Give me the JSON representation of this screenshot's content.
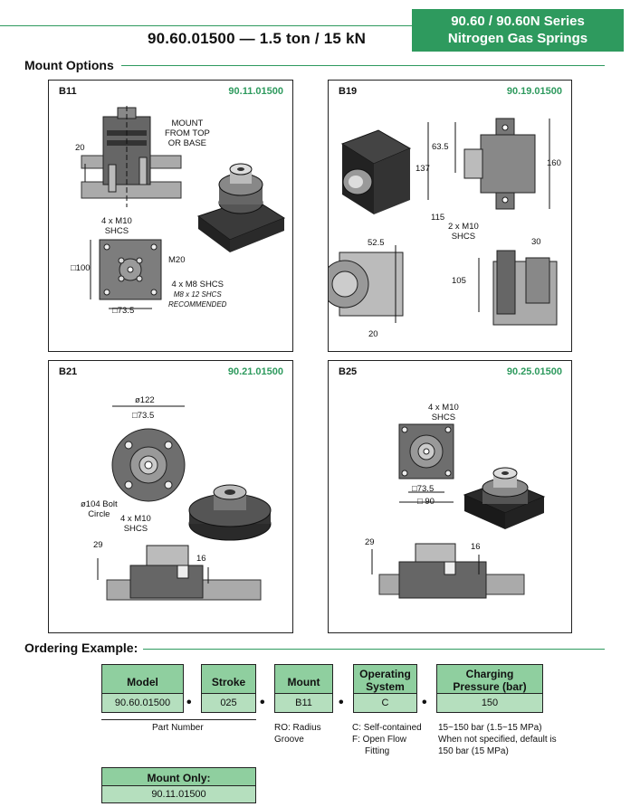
{
  "header": {
    "title": "90.60.01500 — 1.5 ton / 15 kN",
    "series_line1": "90.60 / 90.60N Series",
    "series_line2": "Nitrogen Gas Springs"
  },
  "mount_options": {
    "section_title": "Mount Options",
    "panels": [
      {
        "id": "B11",
        "part": "90.11.01500",
        "labels": {
          "mount_note_1": "MOUNT",
          "mount_note_2": "FROM TOP",
          "mount_note_3": "OR BASE",
          "dim_20": "20",
          "shcs_m10_1": "4 x M10",
          "shcs_m10_2": "SHCS",
          "m20": "M20",
          "sq100": "□100",
          "m8_1": "4 x M8 SHCS",
          "m8_2": "M8 x 12 SHCS",
          "m8_3": "RECOMMENDED",
          "sq73": "□73.5"
        }
      },
      {
        "id": "B19",
        "part": "90.19.01500",
        "labels": {
          "d63": "63.5",
          "d137": "137",
          "d160": "160",
          "d115": "115",
          "m10_1": "2 x M10",
          "m10_2": "SHCS",
          "d52": "52.5",
          "d30": "30",
          "d105": "105",
          "d20": "20"
        }
      },
      {
        "id": "B21",
        "part": "90.21.01500",
        "labels": {
          "d122": "ø122",
          "sq73": "□73.5",
          "bolt_1": "ø104 Bolt",
          "bolt_2": "Circle",
          "m10_1": "4 x M10",
          "m10_2": "SHCS",
          "d29": "29",
          "d16": "16"
        }
      },
      {
        "id": "B25",
        "part": "90.25.01500",
        "labels": {
          "m10_1": "4 x M10",
          "m10_2": "SHCS",
          "sq73": "□73.5",
          "sq90": "□ 90",
          "d29": "29",
          "d16": "16"
        }
      }
    ]
  },
  "ordering": {
    "section_title": "Ordering Example:",
    "boxes": [
      {
        "header": "Model",
        "value": "90.60.01500"
      },
      {
        "header": "Stroke",
        "value": "025"
      },
      {
        "header": "Mount",
        "value": "B11"
      },
      {
        "header": "Operating System",
        "value": "C"
      },
      {
        "header": "Charging Pressure (bar)",
        "value": "150"
      }
    ],
    "separator": "•",
    "part_number_label": "Part Number",
    "mount_desc_1": "RO: Radius",
    "mount_desc_2": "Groove",
    "os_desc_1": "C: Self-contained",
    "os_desc_2": "F: Open Flow",
    "os_desc_3": "Fitting",
    "cp_desc_1": "15~150 bar (1.5~15 MPa)",
    "cp_desc_2": "When not specified, default is",
    "cp_desc_3": "150 bar (15 MPa)",
    "mount_only": {
      "header": "Mount Only:",
      "value": "90.11.01500"
    }
  },
  "colors": {
    "accent": "#2e9a5e",
    "box_fill": "#8fcf9f",
    "box_value_fill": "#b5dfbe"
  }
}
